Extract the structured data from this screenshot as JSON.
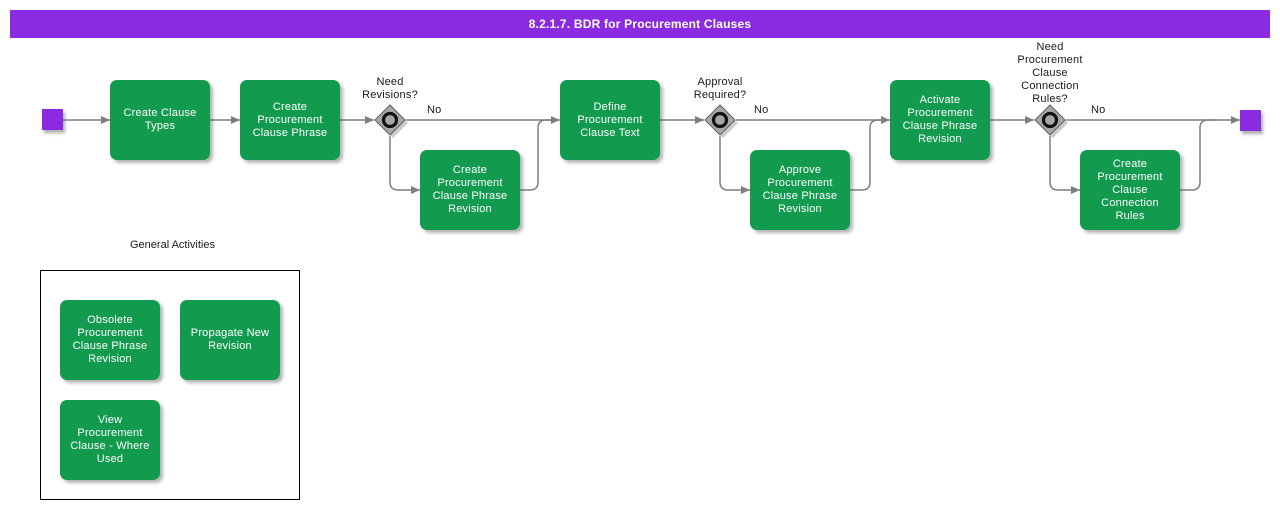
{
  "header": {
    "title": "8.2.1.7. BDR for Procurement Clauses"
  },
  "flow": {
    "start_node": "start",
    "end_node": "end",
    "activities": [
      {
        "label": "Create Clause Types"
      },
      {
        "label": "Create Procurement Clause Phrase"
      },
      {
        "label": "Create Procurement Clause Phrase Revision"
      },
      {
        "label": "Define Procurement Clause Text"
      },
      {
        "label": "Approve Procurement Clause Phrase Revision"
      },
      {
        "label": "Activate Procurement Clause Phrase Revision"
      },
      {
        "label": "Create Procurement Clause Connection Rules"
      }
    ],
    "decisions": [
      {
        "label": "Need Revisions?",
        "no_label": "No"
      },
      {
        "label": "Approval Required?",
        "no_label": "No"
      },
      {
        "label": "Need Procurement Clause Connection Rules?",
        "no_label": "No"
      }
    ]
  },
  "general": {
    "title": "General Activities",
    "activities": [
      {
        "label": "Obsolete Procurement Clause Phrase Revision"
      },
      {
        "label": "Propagate New Revision"
      },
      {
        "label": "View Procurement Clause - Where Used"
      }
    ]
  },
  "colors": {
    "header_bar": "#8a2be2",
    "terminal_node": "#8a2be2",
    "activity_fill": "#129b4e",
    "activity_text": "#ffffff",
    "connector": "#7f7f7f",
    "gateway_fill": "#a8a8a8",
    "gateway_ring": "#111111",
    "label_text": "#1a1a1a",
    "panel_border": "#000000",
    "background": "#ffffff"
  }
}
